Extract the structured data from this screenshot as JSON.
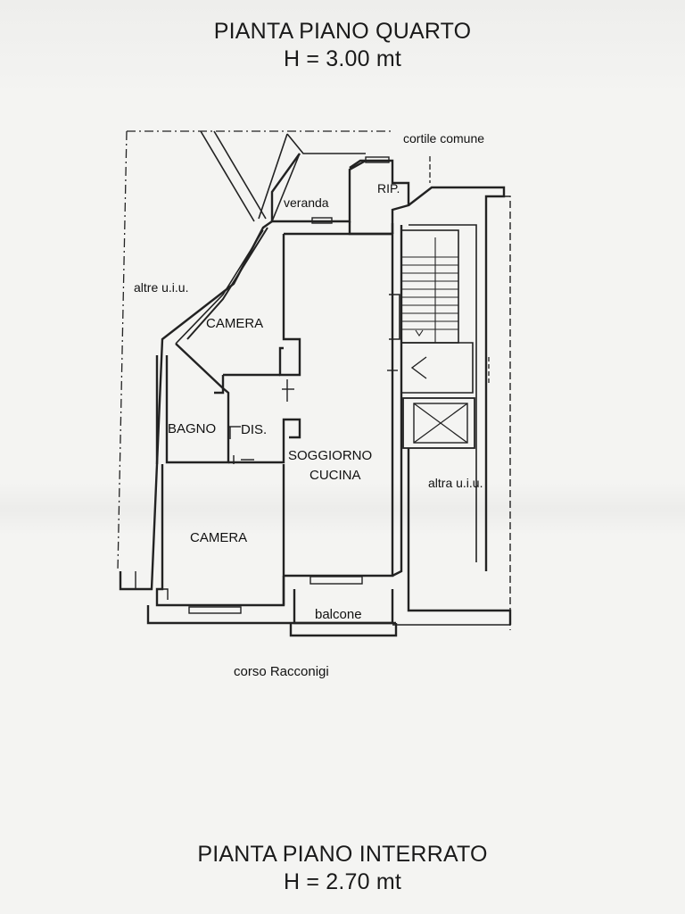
{
  "headings": {
    "top": {
      "line1": "PIANTA PIANO QUARTO",
      "line2": "H = 3.00 mt"
    },
    "bottom": {
      "line1": "PIANTA PIANO INTERRATO",
      "line2": "H = 2.70 mt"
    }
  },
  "plan_labels": {
    "cortile": "cortile comune",
    "rip": "RIP.",
    "veranda": "veranda",
    "altre_uiu": "altre u.i.u.",
    "camera_1": "CAMERA",
    "bagno": "BAGNO",
    "dis": "DIS.",
    "soggiorno": "SOGGIORNO",
    "cucina": "CUCINA",
    "altra_uiu": "altra u.i.u.",
    "camera_2": "CAMERA",
    "balcone": "balcone",
    "street": "corso Racconigi"
  }
}
